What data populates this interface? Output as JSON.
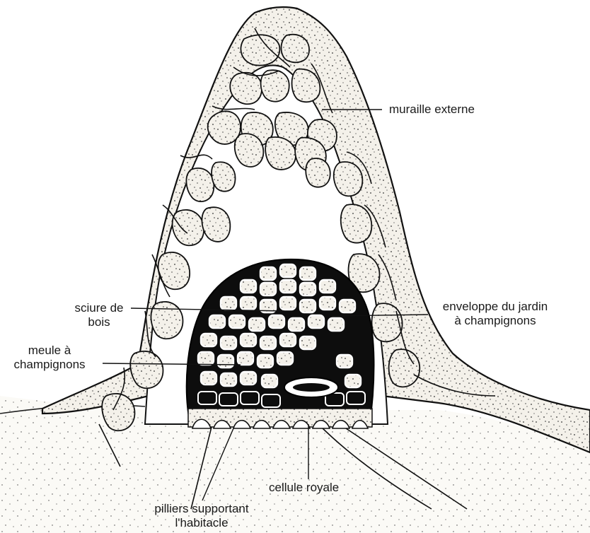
{
  "labels": {
    "muraille": "muraille externe",
    "sciure_1": "sciure de",
    "sciure_2": "bois",
    "meule_1": "meule à",
    "meule_2": "champignons",
    "enveloppe_1": "enveloppe du jardin",
    "enveloppe_2": "à champignons",
    "cellule": "cellule royale",
    "pilliers_1": "pilliers supportant",
    "pilliers_2": "l'habitacle"
  }
}
